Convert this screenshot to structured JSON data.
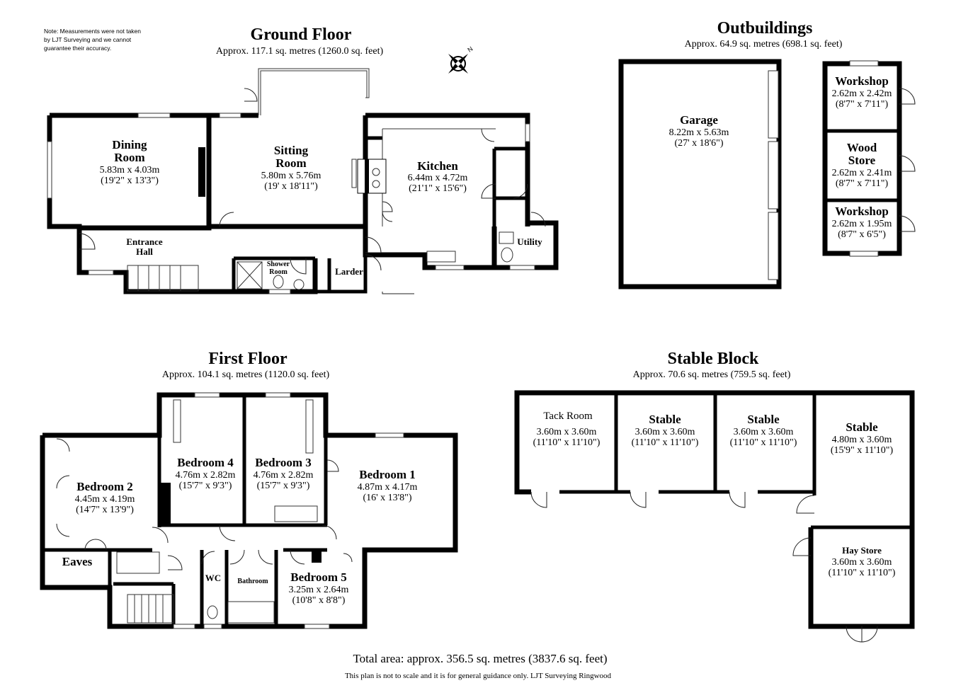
{
  "note": [
    "Note: Measurements were not taken",
    "by LJT Surveying and we cannot",
    "guarantee their accuracy."
  ],
  "compass_letter": "N",
  "ground_floor": {
    "title": "Ground Floor",
    "area": "Approx. 117.1 sq. metres (1260.0 sq. feet)",
    "rooms": {
      "dining": {
        "name_1": "Dining",
        "name_2": "Room",
        "metric": "5.83m x 4.03m",
        "imperial": "(19'2\" x 13'3\")"
      },
      "sitting": {
        "name_1": "Sitting",
        "name_2": "Room",
        "metric": "5.80m x 5.76m",
        "imperial": "(19' x 18'11\")"
      },
      "kitchen": {
        "name": "Kitchen",
        "metric": "6.44m x 4.72m",
        "imperial": "(21'1\" x 15'6\")"
      },
      "entrance_hall": {
        "name_1": "Entrance",
        "name_2": "Hall"
      },
      "shower_room": {
        "name_1": "Shower",
        "name_2": "Room"
      },
      "larder": {
        "name": "Larder"
      },
      "utility": {
        "name": "Utility"
      }
    }
  },
  "outbuildings": {
    "title": "Outbuildings",
    "area": "Approx. 64.9 sq. metres (698.1 sq. feet)",
    "rooms": {
      "garage": {
        "name": "Garage",
        "metric": "8.22m x 5.63m",
        "imperial": "(27' x 18'6\")"
      },
      "workshop_top": {
        "name": "Workshop",
        "metric": "2.62m x 2.42m",
        "imperial": "(8'7\" x 7'11\")"
      },
      "wood_store": {
        "name_1": "Wood",
        "name_2": "Store",
        "metric": "2.62m x 2.41m",
        "imperial": "(8'7\" x 7'11\")"
      },
      "workshop_bottom": {
        "name": "Workshop",
        "metric": "2.62m x 1.95m",
        "imperial": "(8'7\" x 6'5\")"
      }
    }
  },
  "first_floor": {
    "title": "First Floor",
    "area": "Approx. 104.1 sq. metres (1120.0 sq. feet)",
    "rooms": {
      "bedroom2": {
        "name": "Bedroom 2",
        "metric": "4.45m x 4.19m",
        "imperial": "(14'7\" x 13'9\")"
      },
      "bedroom4": {
        "name": "Bedroom 4",
        "metric": "4.76m x 2.82m",
        "imperial": "(15'7\" x 9'3\")"
      },
      "bedroom3": {
        "name": "Bedroom 3",
        "metric": "4.76m x 2.82m",
        "imperial": "(15'7\" x 9'3\")"
      },
      "bedroom1": {
        "name": "Bedroom 1",
        "metric": "4.87m x 4.17m",
        "imperial": "(16' x 13'8\")"
      },
      "bedroom5": {
        "name": "Bedroom 5",
        "metric": "3.25m x 2.64m",
        "imperial": "(10'8\" x 8'8\")"
      },
      "eaves": {
        "name": "Eaves"
      },
      "wc": {
        "name": "WC"
      },
      "bathroom": {
        "name": "Bathroom"
      }
    }
  },
  "stable_block": {
    "title": "Stable Block",
    "area": "Approx. 70.6 sq. metres (759.5 sq. feet)",
    "rooms": {
      "tack_room": {
        "name": "Tack Room",
        "metric": "3.60m x 3.60m",
        "imperial": "(11'10\" x 11'10\")"
      },
      "stable1": {
        "name": "Stable",
        "metric": "3.60m x 3.60m",
        "imperial": "(11'10\" x 11'10\")"
      },
      "stable2": {
        "name": "Stable",
        "metric": "3.60m x 3.60m",
        "imperial": "(11'10\" x 11'10\")"
      },
      "stable3": {
        "name": "Stable",
        "metric": "4.80m x 3.60m",
        "imperial": "(15'9\" x 11'10\")"
      },
      "hay_store": {
        "name": "Hay Store",
        "metric": "3.60m x 3.60m",
        "imperial": "(11'10\" x 11'10\")"
      }
    }
  },
  "total": "Total area: approx. 356.5 sq. metres (3837.6 sq. feet)",
  "disclaimer": "This plan is not to scale and it is for general guidance only. LJT Surveying Ringwood"
}
